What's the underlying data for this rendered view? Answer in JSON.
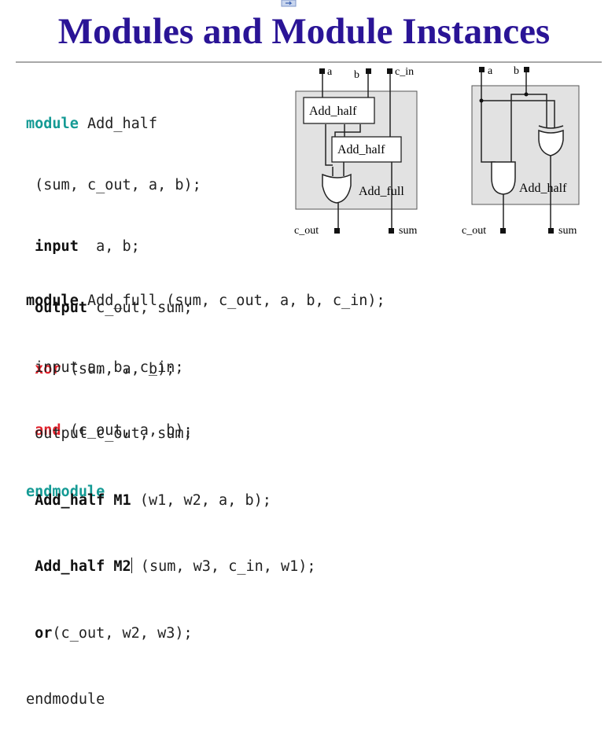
{
  "title": "Modules and Module Instances",
  "code_half": {
    "l1_kw": "module",
    "l1_rest": " Add_half",
    "l2": " (sum, c_out, a, b);",
    "l3_kw": "input",
    "l3_rest": "  a, b;",
    "l4_kw": "output",
    "l4_rest": " c_out, sum;",
    "l5_kw": "xor",
    "l5_rest": " (sum, a, b);",
    "l6_kw": "and",
    "l6_rest": " (c_out, a, b);",
    "l7_kw": "endmodule"
  },
  "code_full": {
    "l1_kw": "module",
    "l1_rest": " Add_full (sum, c_out, a, b, c_in);",
    "l2": "input a, b, c_in;",
    "l3": "output c_out, sum;",
    "l4_kw": "Add_half M1",
    "l4_rest": " (w1, w2, a, b);",
    "l5_kw": "Add_half M2",
    "l5_rest": " (sum, w3, c_in, w1);",
    "l6_kw": "or",
    "l6_rest": "(c_out, w2, w3);",
    "l7": "endmodule"
  },
  "diagram_full": {
    "pin_a": "a",
    "pin_b": "b",
    "pin_cin": "c_in",
    "box1": "Add_half",
    "box2": "Add_half",
    "label": "Add_full",
    "out_cout": "c_out",
    "out_sum": "sum"
  },
  "diagram_half": {
    "pin_a": "a",
    "pin_b": "b",
    "label": "Add_half",
    "out_cout": "c_out",
    "out_sum": "sum"
  },
  "colors": {
    "title": "#2a1496",
    "keyword_teal": "#149a94",
    "keyword_red": "#e0202a",
    "module_fill": "#e2e2e2"
  }
}
